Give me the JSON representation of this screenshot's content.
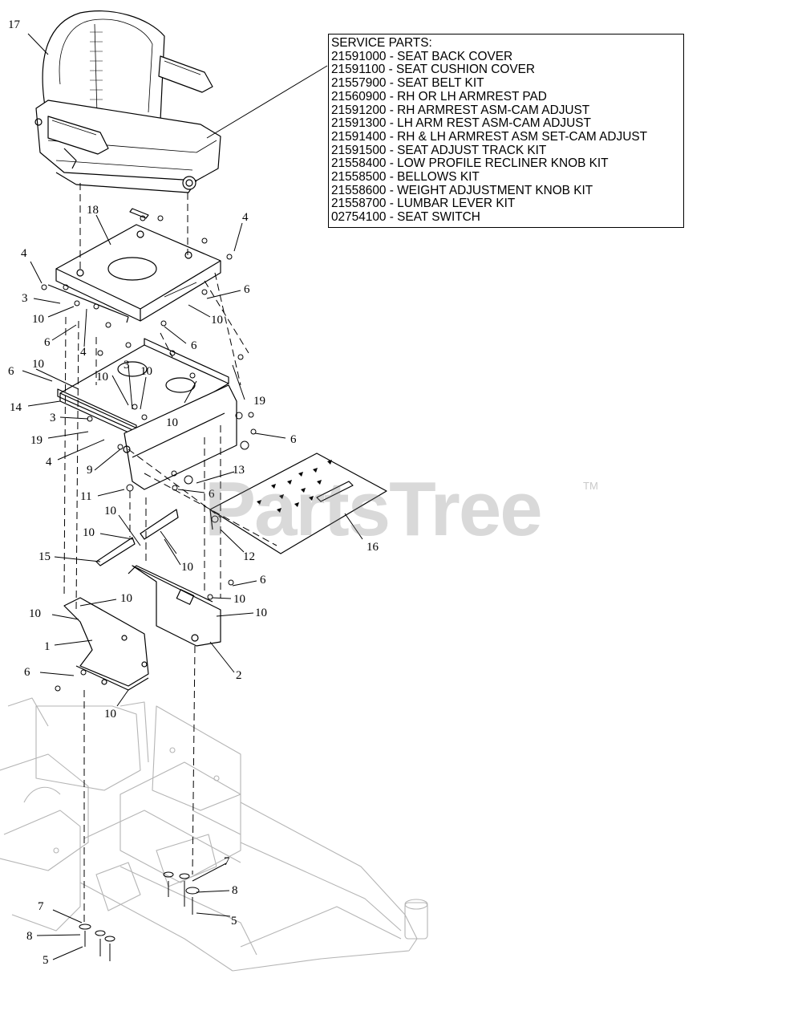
{
  "service_parts": {
    "heading": "SERVICE PARTS:",
    "lines": [
      "21591000 - SEAT BACK COVER",
      "21591100 - SEAT CUSHION COVER",
      "21557900 - SEAT BELT KIT",
      "21560900 - RH OR LH ARMREST PAD",
      "21591200 - RH ARMREST ASM-CAM ADJUST",
      "21591300 - LH ARM REST ASM-CAM ADJUST",
      "21591400 - RH & LH ARMREST ASM SET-CAM ADJUST",
      "21591500 - SEAT ADJUST TRACK KIT",
      "21558400 - LOW PROFILE RECLINER KNOB KIT",
      "21558500 - BELLOWS KIT",
      "21558600 - WEIGHT ADJUSTMENT KNOB KIT",
      "21558700 - LUMBAR LEVER KIT",
      "02754100 - SEAT SWITCH"
    ]
  },
  "watermark": {
    "text": "PartsTree",
    "tm": "TM"
  },
  "callouts": [
    "17",
    "18",
    "4",
    "4",
    "3",
    "10",
    "6",
    "10",
    "6",
    "4",
    "6",
    "10",
    "10",
    "3",
    "10",
    "6",
    "10",
    "14",
    "3",
    "19",
    "4",
    "19",
    "6",
    "9",
    "13",
    "11",
    "6",
    "10",
    "12",
    "16",
    "10",
    "15",
    "10",
    "6",
    "10",
    "10",
    "10",
    "10",
    "1",
    "2",
    "6",
    "10",
    "7",
    "8",
    "5",
    "7",
    "8",
    "5"
  ]
}
